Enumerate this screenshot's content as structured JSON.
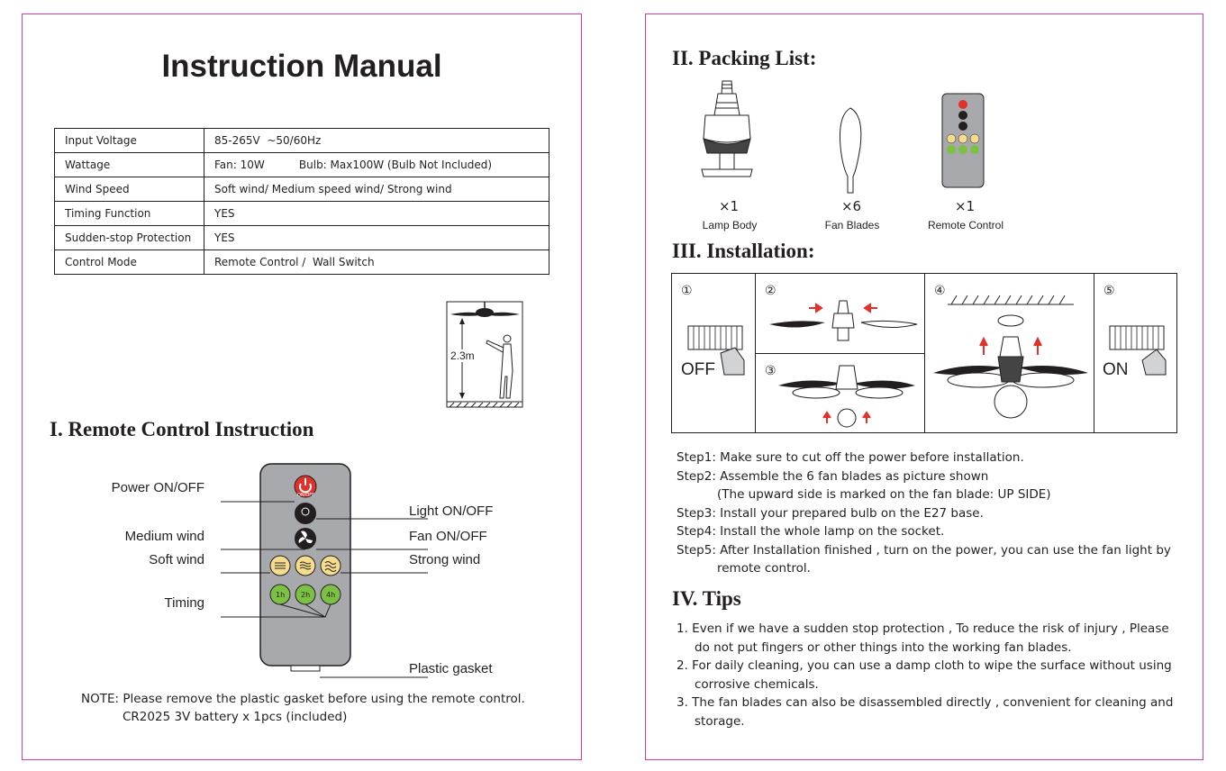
{
  "left": {
    "title": "Instruction Manual",
    "specs": [
      {
        "k": "Input Voltage",
        "v": "85-265V  ~50/60Hz"
      },
      {
        "k": "Wattage",
        "v": "Fan: 10W          Bulb: Max100W (Bulb Not Included)"
      },
      {
        "k": "Wind Speed",
        "v": "Soft wind/ Medium speed wind/ Strong wind"
      },
      {
        "k": "Timing  Function",
        "v": "YES"
      },
      {
        "k": "Sudden-stop Protection",
        "v": "YES"
      },
      {
        "k": "Control Mode",
        "v": "Remote Control /  Wall Switch"
      }
    ],
    "height_label": "2.3m",
    "section_title": "I. Remote Control Instruction",
    "callouts": {
      "power": "Power ON/OFF",
      "light": "Light ON/OFF",
      "medium": "Medium wind",
      "fan": "Fan ON/OFF",
      "soft": "Soft wind",
      "strong": "Strong wind",
      "timing": "Timing",
      "gasket": "Plastic gasket"
    },
    "remote_buttons": {
      "onoff": "ON/OFF",
      "t1": "1h",
      "t2": "2h",
      "t4": "4h"
    },
    "note": [
      "NOTE: Please remove the plastic gasket before using the remote control.",
      "CR2025 3V battery x 1pcs (included)"
    ]
  },
  "right": {
    "packing_title": "II. Packing List:",
    "items": [
      {
        "qty": "×1",
        "label": "Lamp Body"
      },
      {
        "qty": "×6",
        "label": "Fan Blades"
      },
      {
        "qty": "×1",
        "label": "Remote Control"
      }
    ],
    "install_title": "III. Installation:",
    "step_numbers": [
      "①",
      "②",
      "③",
      "④",
      "⑤"
    ],
    "off_label": "OFF",
    "on_label": "ON",
    "steps": [
      "Step1: Make sure to cut off the power before installation.",
      "Step2: Assemble the 6 fan blades as picture shown",
      "(The upward side is marked on the fan blade:  UP SIDE)",
      "Step3: Install your prepared bulb on the E27 base.",
      "Step4: Install the whole lamp on the socket.",
      "Step5: After Installation finished , turn on the power, you can use the fan light by",
      "remote control."
    ],
    "tips_title": "IV. Tips",
    "tips": [
      "1. Even if we have a sudden stop protection , To reduce the risk of injury , Please",
      "do not put fingers or other things into the working fan blades.",
      "2. For daily cleaning, you can use a damp cloth to wipe the surface without using",
      "corrosive chemicals.",
      "3. The fan blades can also be disassembled directly , convenient for cleaning and",
      "storage."
    ]
  },
  "colors": {
    "frame": "#d63ca0",
    "power": "#e0312b",
    "yellow": "#f6dc8d",
    "green": "#7cc143",
    "remote": "#a7a9ac",
    "arrow": "#e0312b"
  }
}
